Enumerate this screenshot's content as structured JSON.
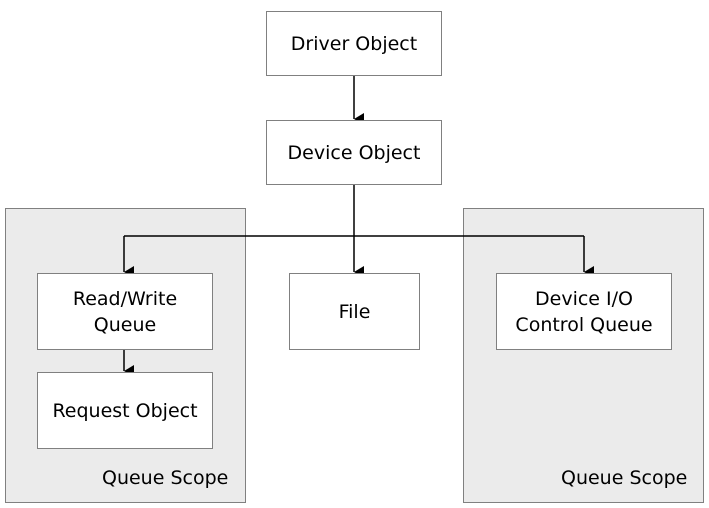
{
  "nodes": {
    "driver_object": "Driver Object",
    "device_object": "Device Object",
    "read_write_queue_line1": "Read/Write",
    "read_write_queue_line2": "Queue",
    "request_object": "Request Object",
    "file": "File",
    "device_io_control_queue_line1": "Device I/O",
    "device_io_control_queue_line2": "Control Queue"
  },
  "scopes": {
    "left_label": "Queue Scope",
    "right_label": "Queue Scope"
  },
  "colors": {
    "scope_fill": "#ebebeb",
    "border": "#808080",
    "node_fill": "#ffffff",
    "arrow": "#000000"
  }
}
